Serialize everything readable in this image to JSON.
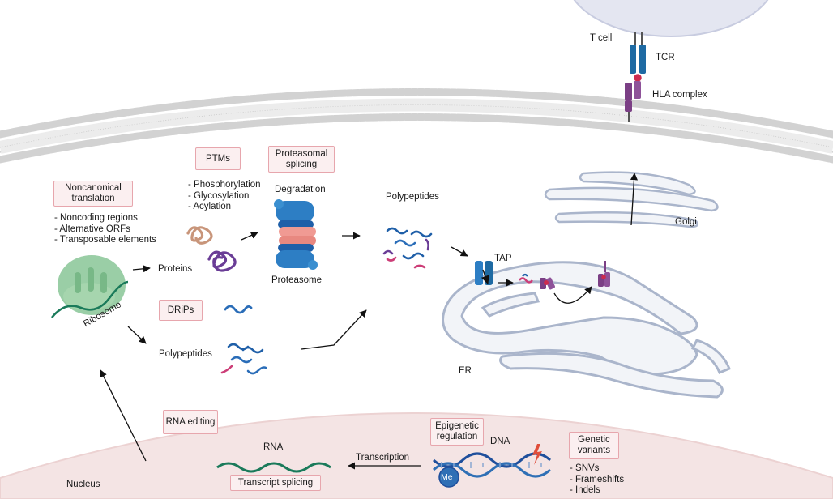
{
  "labels": {
    "t_cell": "T cell",
    "tcr": "TCR",
    "hla_complex": "HLA complex",
    "degradation": "Degradation",
    "polypeptides_top": "Polypeptides",
    "proteins": "Proteins",
    "proteasome": "Proteasome",
    "ribosome": "Ribosome",
    "polypeptides_bottom": "Polypeptides",
    "tap": "TAP",
    "golgi": "Golgi",
    "er": "ER",
    "rna": "RNA",
    "dna": "DNA",
    "transcription": "Transcription",
    "nucleus": "Nucleus",
    "me": "Me"
  },
  "boxes": {
    "noncanonical_line1": "Noncanonical",
    "noncanonical_line2": "translation",
    "ptms": "PTMs",
    "proteasomal_line1": "Proteasomal",
    "proteasomal_line2": "splicing",
    "drips": "DRiPs",
    "rna_editing": "RNA editing",
    "transcript_splicing": "Transcript splicing",
    "epigenetic_line1": "Epigenetic",
    "epigenetic_line2": "regulation",
    "genetic_line1": "Genetic",
    "genetic_line2": "variants"
  },
  "lists": {
    "noncanonical": [
      "- Noncoding regions",
      "- Alternative ORFs",
      "- Transposable elements"
    ],
    "ptms": [
      "- Phosphorylation",
      "- Glycosylation",
      "- Acylation"
    ],
    "genetic": [
      "- SNVs",
      "- Frameshifts",
      "- Indels"
    ]
  },
  "colors": {
    "membrane_head": "#c9c9c9",
    "tcell": "#e4e6f1",
    "nucleus": "#f4e4e4",
    "organelle_stroke": "#aab5cb",
    "organelle_fill": "#f2f4f8",
    "ribosome": "#8fc99c",
    "mrna": "#1a7a5a",
    "peptide_blue": "#1f5fa8",
    "peptide_pink": "#cc3d77",
    "peptide_purple": "#6a3d96",
    "proteasome_blue": "#2d7ec4",
    "proteasome_pink": "#f09a93",
    "hla_purple": "#7b3f85",
    "tcr_blue": "#1e6aa3",
    "dna_blue": "#1f4f9c",
    "me_blue": "#2f6fb5",
    "lightning_red": "#e04d3a"
  }
}
